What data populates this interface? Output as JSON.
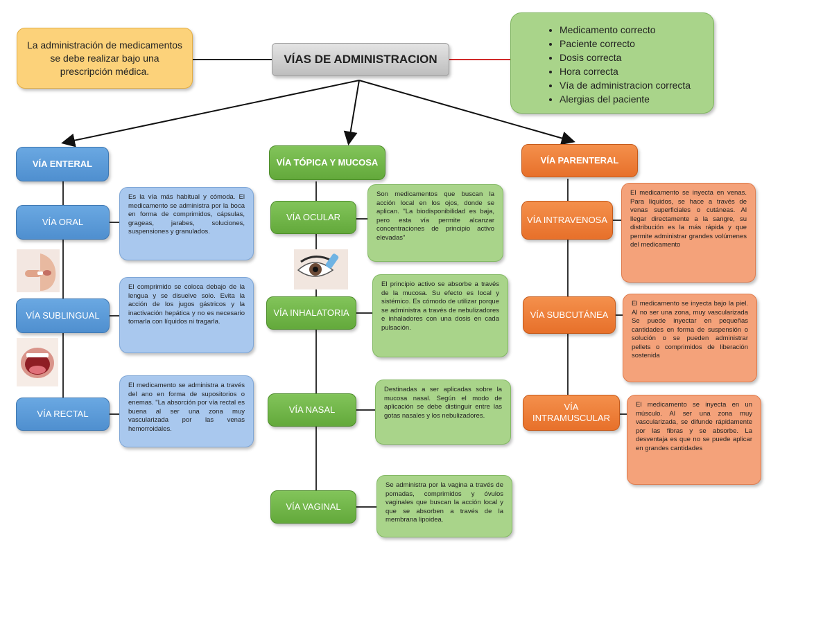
{
  "title": "VÍAS DE ADMINISTRACION",
  "prescription_note": "La administración de medicamentos se debe realizar bajo una prescripción médica.",
  "checklist": [
    "Medicamento correcto",
    "Paciente correcto",
    "Dosis correcta",
    "Hora correcta",
    "Vía de administracion correcta",
    "Alergias del paciente"
  ],
  "enteral": {
    "header": "VÍA ENTERAL",
    "items": [
      {
        "label": "VÍA ORAL",
        "desc": "Es la vía más habitual y cómoda. El medicamento se administra por la boca en forma de comprimidos, cápsulas, grageas, jarabes, soluciones, suspensiones y granulados."
      },
      {
        "label": "VÍA SUBLINGUAL",
        "desc": "El comprimido se coloca debajo de la lengua y se disuelve solo. Evita la acción de los jugos gástricos y la inactivación hepática y no es necesario tomarla con líquidos ni tragarla."
      },
      {
        "label": "VÍA RECTAL",
        "desc": "El medicamento se administra a través del ano en forma de supositorios o enemas. \"La absorción por vía rectal es buena al ser una zona muy vascularizada por las venas hemorroidales."
      }
    ]
  },
  "topica": {
    "header": "VÍA TÓPICA Y MUCOSA",
    "items": [
      {
        "label": "VÍA OCULAR",
        "desc": "Son medicamentos que buscan la acción local en los ojos, donde se aplican. \"La biodisponibilidad es baja, pero esta vía permite alcanzar concentraciones de principio activo elevadas\""
      },
      {
        "label": "VÍA INHALATORIA",
        "desc": "El principio activo se absorbe a través de la mucosa. Su efecto es local y sistémico. Es cómodo de utilizar porque se administra a través de nebulizadores e inhaladores con una dosis en cada pulsación."
      },
      {
        "label": "VÍA NASAL",
        "desc": "Destinadas a ser aplicadas sobre la mucosa nasal. Según el modo de aplicación se debe distinguir entre las gotas nasales y los nebulizadores."
      },
      {
        "label": "VÍA VAGINAL",
        "desc": "Se administra por la vagina a través de pomadas, comprimidos y óvulos vaginales que buscan la acción local y que se absorben a través de la membrana lipoidea."
      }
    ]
  },
  "parenteral": {
    "header": "VÍA PARENTERAL",
    "items": [
      {
        "label": "VÍA INTRAVENOSA",
        "desc": "El medicamento se inyecta en venas. Para líquidos, se hace a través de venas superficiales o cutáneas. Al llegar directamente a la sangre, su distribución es la más rápida y que permite administrar grandes volúmenes del medicamento"
      },
      {
        "label": "VÍA SUBCUTÁNEA",
        "desc": "El medicamento se inyecta bajo la piel. Al no ser una zona, muy vascularizada Se puede inyectar en pequeñas cantidades en forma de suspensión o solución o se pueden administrar pellets o comprimidos de liberación sostenida"
      },
      {
        "label": "VÍA INTRAMUSCULAR",
        "desc": "El medicamento se inyecta en un músculo. Al ser una zona muy vascularizada, se difunde rápidamente por las fibras y se absorbe. La desventaja es que no se puede aplicar en grandes cantidades"
      }
    ]
  }
}
